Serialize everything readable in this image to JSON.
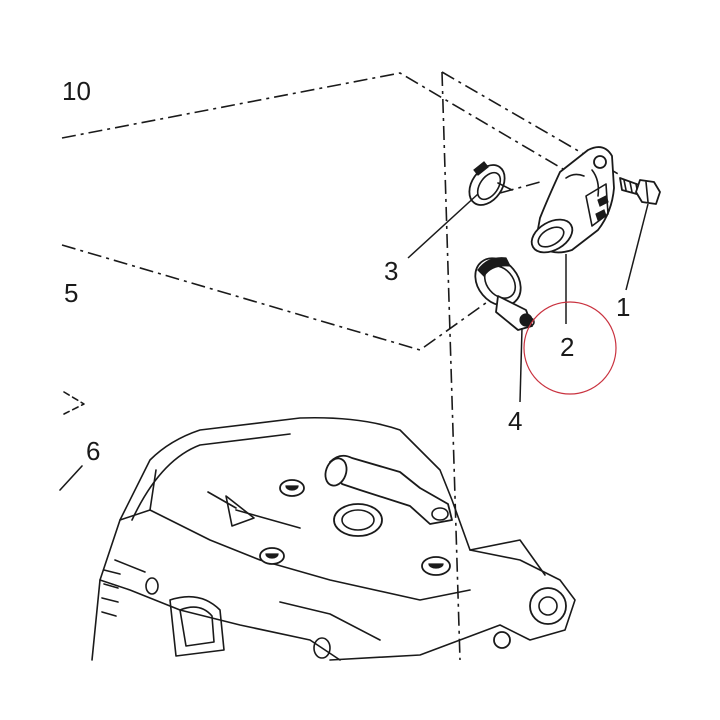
{
  "callouts": {
    "c10": "10",
    "c5": "5",
    "c6": "6",
    "c3": "3",
    "c1": "1",
    "c2": "2",
    "c4": "4"
  },
  "highlight": {
    "part": "2",
    "color": "#c9323f"
  },
  "colors": {
    "ink": "#1a1a1a",
    "background": "#ffffff"
  }
}
